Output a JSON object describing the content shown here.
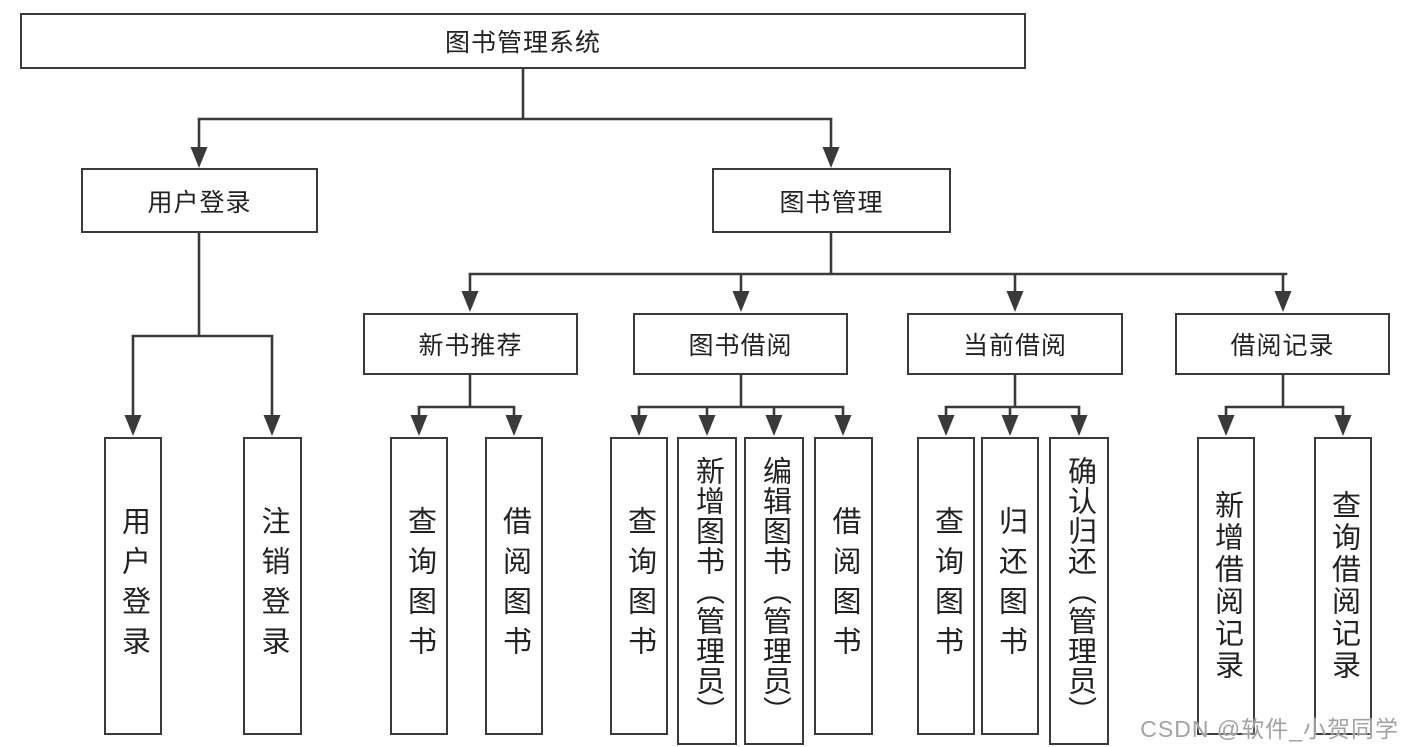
{
  "diagram": {
    "title": "图书管理系统",
    "type": "hierarchy-diagram",
    "tree": {
      "root": {
        "label": "图书管理系统",
        "children": [
          {
            "label": "用户登录",
            "children": [
              {
                "label": "用户登录"
              },
              {
                "label": "注销登录"
              }
            ]
          },
          {
            "label": "图书管理",
            "children": [
              {
                "label": "新书推荐",
                "children": [
                  {
                    "label": "查询图书"
                  },
                  {
                    "label": "借阅图书"
                  }
                ]
              },
              {
                "label": "图书借阅",
                "children": [
                  {
                    "label": "查询图书"
                  },
                  {
                    "label": "新增图书（管理员）"
                  },
                  {
                    "label": "编辑图书（管理员）"
                  },
                  {
                    "label": "借阅图书"
                  }
                ]
              },
              {
                "label": "当前借阅",
                "children": [
                  {
                    "label": "查询图书"
                  },
                  {
                    "label": "归还图书"
                  },
                  {
                    "label": "确认归还（管理员）"
                  }
                ]
              },
              {
                "label": "借阅记录",
                "children": [
                  {
                    "label": "新增借阅记录"
                  },
                  {
                    "label": "查询借阅记录"
                  }
                ]
              }
            ]
          }
        ]
      }
    }
  },
  "watermark": {
    "text": "CSDN @软件_小贺同学"
  },
  "colors": {
    "line": "#3a3a3a",
    "text": "#222222",
    "watermark": "#a3a3a3",
    "background": "#ffffff"
  }
}
